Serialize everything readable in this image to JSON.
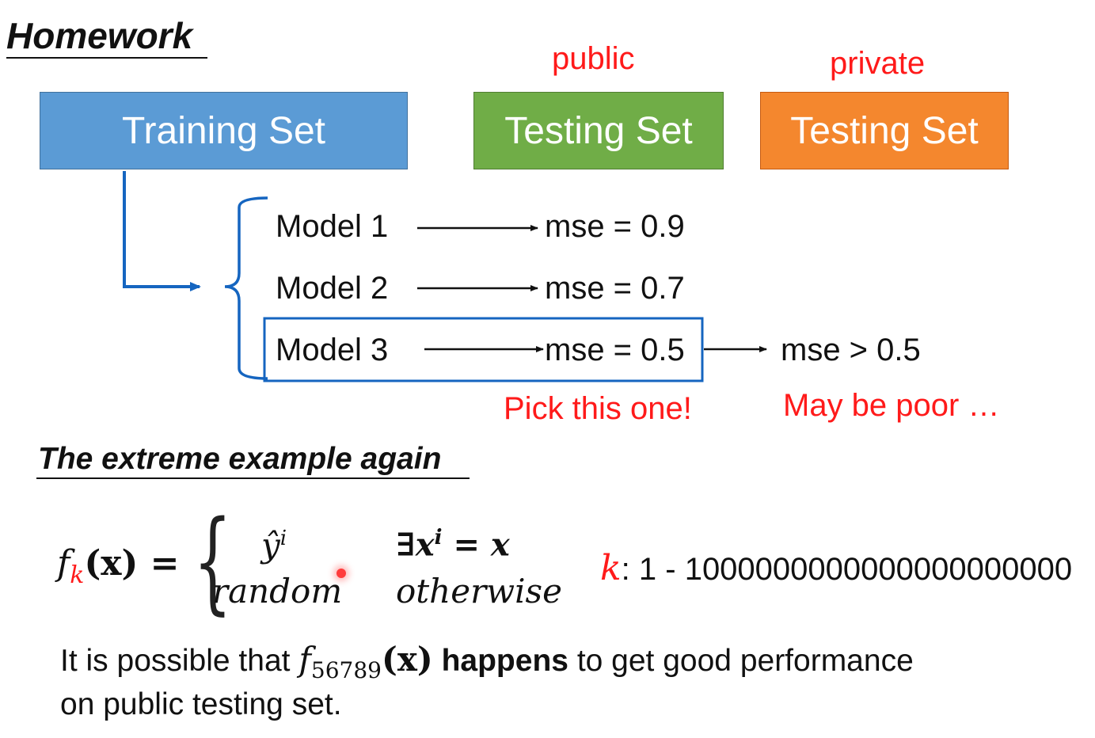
{
  "heading": "Homework",
  "boxes": {
    "training": {
      "label": "Training Set",
      "color": "#5b9bd5"
    },
    "public": {
      "label": "Testing Set",
      "tag": "public",
      "color": "#70ad47"
    },
    "private": {
      "label": "Testing Set",
      "tag": "private",
      "color": "#f4872e"
    }
  },
  "models": [
    {
      "name": "Model 1",
      "mse": "mse = 0.9"
    },
    {
      "name": "Model 2",
      "mse": "mse = 0.7"
    },
    {
      "name": "Model 3",
      "mse": "mse = 0.5"
    }
  ],
  "private_result": "mse > 0.5",
  "pick_note": "Pick this one!",
  "poor_note": "May be poor …",
  "subheading": "The extreme example again",
  "formula": {
    "lhs_f": "f",
    "lhs_sub": "k",
    "lhs_arg": "(x) =",
    "case1_value": "ŷ",
    "case1_sup": "i",
    "case1_cond": "∃x",
    "case1_cond_sup": "i",
    "case1_cond_rest": "= x",
    "case2_value": "random",
    "case2_cond": "otherwise",
    "k_var": "k",
    "k_range": ": 1 - 1000000000000000000000"
  },
  "statement": {
    "part1": "It is possible that",
    "f": "f",
    "f_sub": "56789",
    "f_arg": "(x)",
    "bold": "happens",
    "part2": "to get good performance",
    "line2": "on public testing set."
  },
  "colors": {
    "accent_red": "#ff1a1a",
    "line_blue": "#1565c0"
  }
}
